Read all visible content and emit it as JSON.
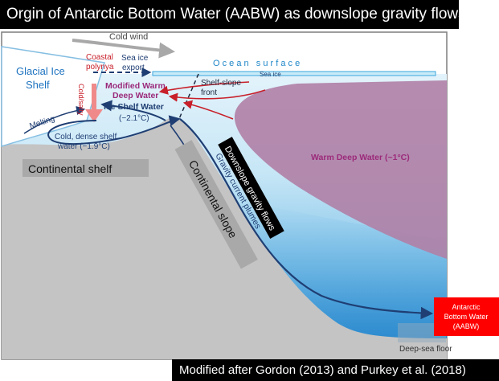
{
  "title": "Orgin of Antarctic Bottom Water (AABW) as downslope gravity flows",
  "caption": "Modified after Gordon (2013) and Purkey et al. (2018)",
  "labels": {
    "cold_wind": "Cold wind",
    "glacial_ice_shelf_line1": "Glacial Ice",
    "glacial_ice_shelf_line2": "Shelf",
    "coastal_polynya_line1": "Coastal",
    "coastal_polynya_line2": "polynya",
    "sea_ice_export_line1": "Sea ice",
    "sea_ice_export_line2": "export",
    "ocean_surface": "O c e a n   s u r f a c e",
    "sea_ice": "Sea ice",
    "cold_salty": "Cold/salty",
    "shelf_slope_front_line1": "Shelf-slope",
    "shelf_slope_front_line2": "front",
    "modified_warm_deep_water_line1": "Modified Warm",
    "modified_warm_deep_water_line2": "Deep Water",
    "ice_shelf_water_line1": "Ice Shelf Water",
    "ice_shelf_water_line2": "(−2.1°C)",
    "melting": "Melting",
    "cold_dense_shelf_water_line1": "Cold, dense shelf",
    "cold_dense_shelf_water_line2": "water (−1.9°C)",
    "continental_shelf": "Continental shelf",
    "continental_slope": "Continental slope",
    "downslope_gravity_flows": "Downslope gravity flows",
    "gravity_current_plumes": "Gravity current plumes",
    "warm_deep_water": "Warm Deep Water (~1°C)",
    "aabw_line1": "Antarctic",
    "aabw_line2": "Bottom Water",
    "aabw_line3": "(AABW)",
    "deep_sea_floor": "Deep-sea floor"
  },
  "colors": {
    "ocean_light": "#cfeaf7",
    "ocean_deep": "#2f93d4",
    "warm_deep_water": "#b07fa6",
    "land": "#c4c4c4",
    "shelf_label_box": "#a9a9a9",
    "flow_arrow": "#1f3e73",
    "warm_arrow": "#c8202a",
    "aabw_box": "#ff0000",
    "title_accent": "#0f8fd0"
  }
}
